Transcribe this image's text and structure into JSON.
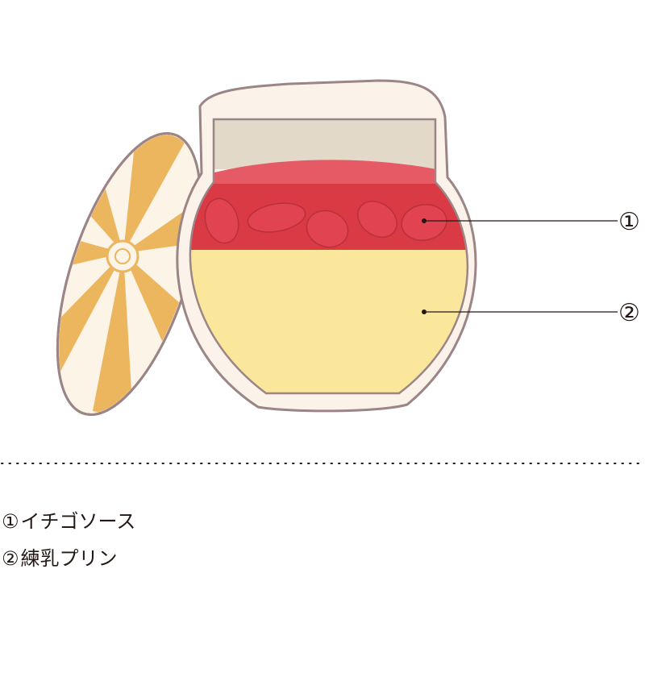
{
  "callouts": [
    {
      "marker": "①",
      "label": "イチゴソース"
    },
    {
      "marker": "②",
      "label": "練乳プリン"
    }
  ],
  "colors": {
    "outline": "#9b8586",
    "jar_wall": "#fbf3ea",
    "jar_top_inner": "#e2d9c8",
    "strawberry_sauce": "#d93a44",
    "strawberry_top": "#e55a64",
    "pudding": "#fbe79c",
    "lid_stripe": "#ecb65f",
    "lid_cream": "#fbf4e7",
    "leader": "#231815"
  }
}
